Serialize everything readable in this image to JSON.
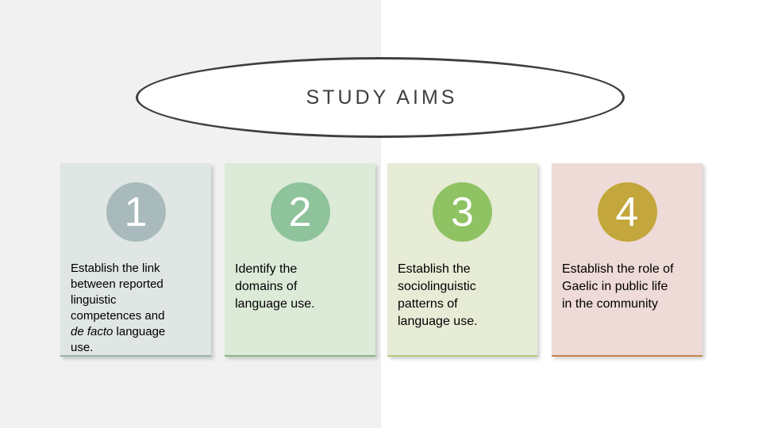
{
  "slide": {
    "title": "STUDY AIMS",
    "title_color": "#3f3f3f",
    "ellipse_border_color": "#3f3f3f",
    "ellipse_fill_color": "#ffffff",
    "background_left_color": "#f1f1f1",
    "background_right_color": "#ffffff"
  },
  "cards": [
    {
      "number": "1",
      "text_pre": "Establish the link\nbetween reported\nlinguistic\ncompetences and\n",
      "text_italic": "de facto",
      "text_post": " language\nuse.",
      "bg_color": "#dfe6e4",
      "circle_color": "#a9babc",
      "underline_color": "#9fb1b1"
    },
    {
      "number": "2",
      "text_pre": "Identify the\ndomains of\nlanguage use.",
      "text_italic": "",
      "text_post": "",
      "bg_color": "#dcead8",
      "circle_color": "#8fc39b",
      "underline_color": "#87b887"
    },
    {
      "number": "3",
      "text_pre": "Establish the\nsociolinguistic\npatterns of\nlanguage use.",
      "text_italic": "",
      "text_post": "",
      "bg_color": "#e7ecd6",
      "circle_color": "#8ec263",
      "underline_color": "#b4c87a"
    },
    {
      "number": "4",
      "text_pre": "Establish the role of\nGaelic in public life\nin the community",
      "text_italic": "",
      "text_post": "",
      "bg_color": "#eedad6",
      "circle_color": "#c3a63c",
      "underline_color": "#c9854e"
    }
  ]
}
